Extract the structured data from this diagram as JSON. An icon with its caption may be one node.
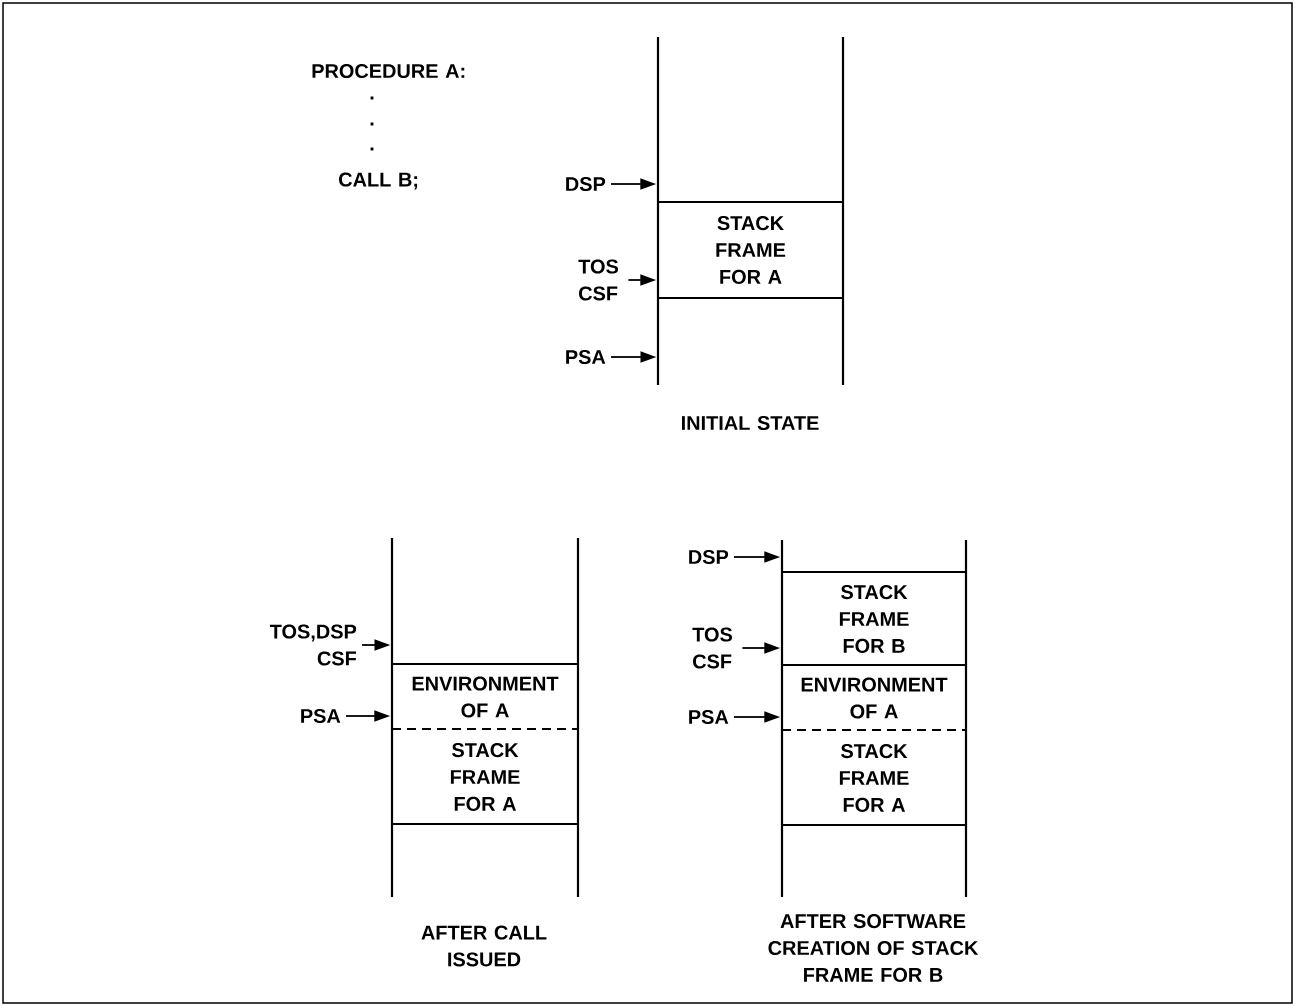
{
  "diagram": {
    "nodes": [
      {
        "text": [
          "STACK FRAME FOR A"
        ]
      },
      {
        "text": [
          "DSP"
        ]
      },
      {
        "text": [
          "TOS CSF"
        ]
      },
      {
        "text": [
          "PSA"
        ]
      },
      {
        "text": [
          "ENVIRONMENT OF A"
        ]
      },
      {
        "text": [
          "STACK FRAME FOR A"
        ]
      },
      {
        "text": [
          "TOS,DSP CSF"
        ]
      },
      {
        "text": [
          "PSA"
        ]
      },
      {
        "text": [
          "STACK FRAME FOR B"
        ]
      },
      {
        "text": [
          "ENVIRONMENT OF A"
        ]
      },
      {
        "text": [
          "STACK FRAME FOR A"
        ]
      },
      {
        "text": [
          "DSP"
        ]
      },
      {
        "text": [
          "TOS CSF"
        ]
      },
      {
        "text": [
          "PSA"
        ]
      }
    ],
    "edges": [
      {
        "from": 1,
        "to": 0,
        "arrow": "to"
      },
      {
        "from": 2,
        "to": 0,
        "arrow": "to"
      },
      {
        "from": 3,
        "to": null,
        "arrow": "to"
      },
      {
        "from": 6,
        "to": null,
        "arrow": "to"
      },
      {
        "from": 7,
        "to": 4,
        "arrow": "to"
      },
      {
        "from": 11,
        "to": 8,
        "arrow": "to"
      },
      {
        "from": 12,
        "to": 8,
        "arrow": "to"
      },
      {
        "from": 13,
        "to": 9,
        "arrow": "to"
      }
    ],
    "labels": [
      "PROCEDURE A:",
      ".",
      ".",
      ".",
      "CALL B;",
      "INITIAL STATE",
      "AFTER CALL ISSUED",
      "AFTER SOFTWARE CREATION OF STACK FRAME FOR B"
    ]
  }
}
